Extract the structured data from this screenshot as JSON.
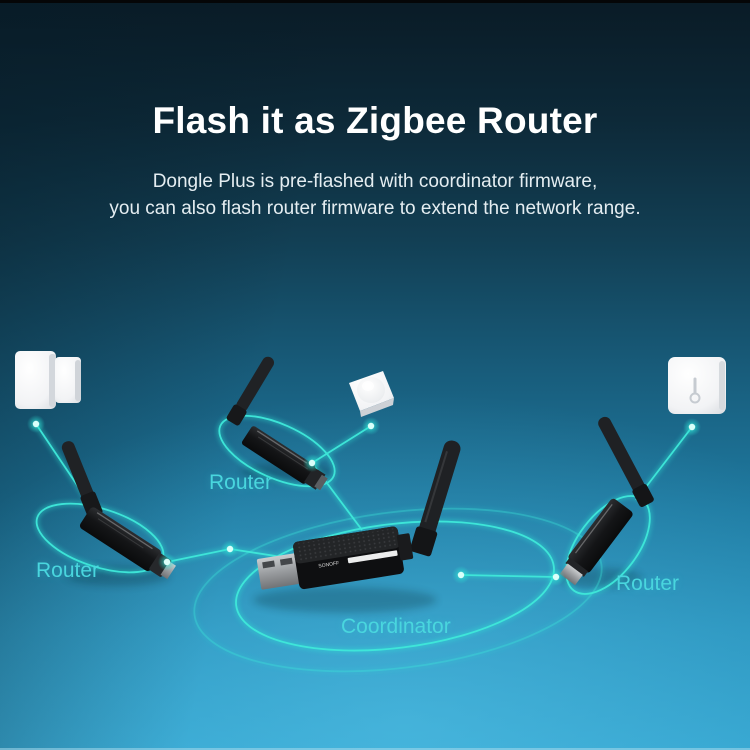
{
  "header": {
    "title": "Flash it as Zigbee Router",
    "subtitle_lines": [
      "Dongle Plus is pre-flashed with coordinator firmware,",
      "you can also flash router firmware to extend the network range."
    ]
  },
  "diagram": {
    "labels": {
      "router_left": "Router",
      "router_middle": "Router",
      "router_right": "Router",
      "coordinator": "Coordinator"
    },
    "brand": "SONOFF",
    "devices": [
      "door-window-sensor",
      "motion-sensor",
      "temperature-humidity-sensor"
    ],
    "dongles": [
      "router-left",
      "router-middle",
      "coordinator",
      "router-right"
    ],
    "colors": {
      "accent_cyan": "#49D6DE",
      "line_cyan": "#2EE4D6",
      "background_top": "#0A1B26",
      "background_bottom": "#33A3CE",
      "title_text": "#FFFFFF",
      "subtitle_text": "#E4EDF1",
      "dongle_body": "#121315",
      "sensor_white": "#F4F5F7"
    }
  }
}
